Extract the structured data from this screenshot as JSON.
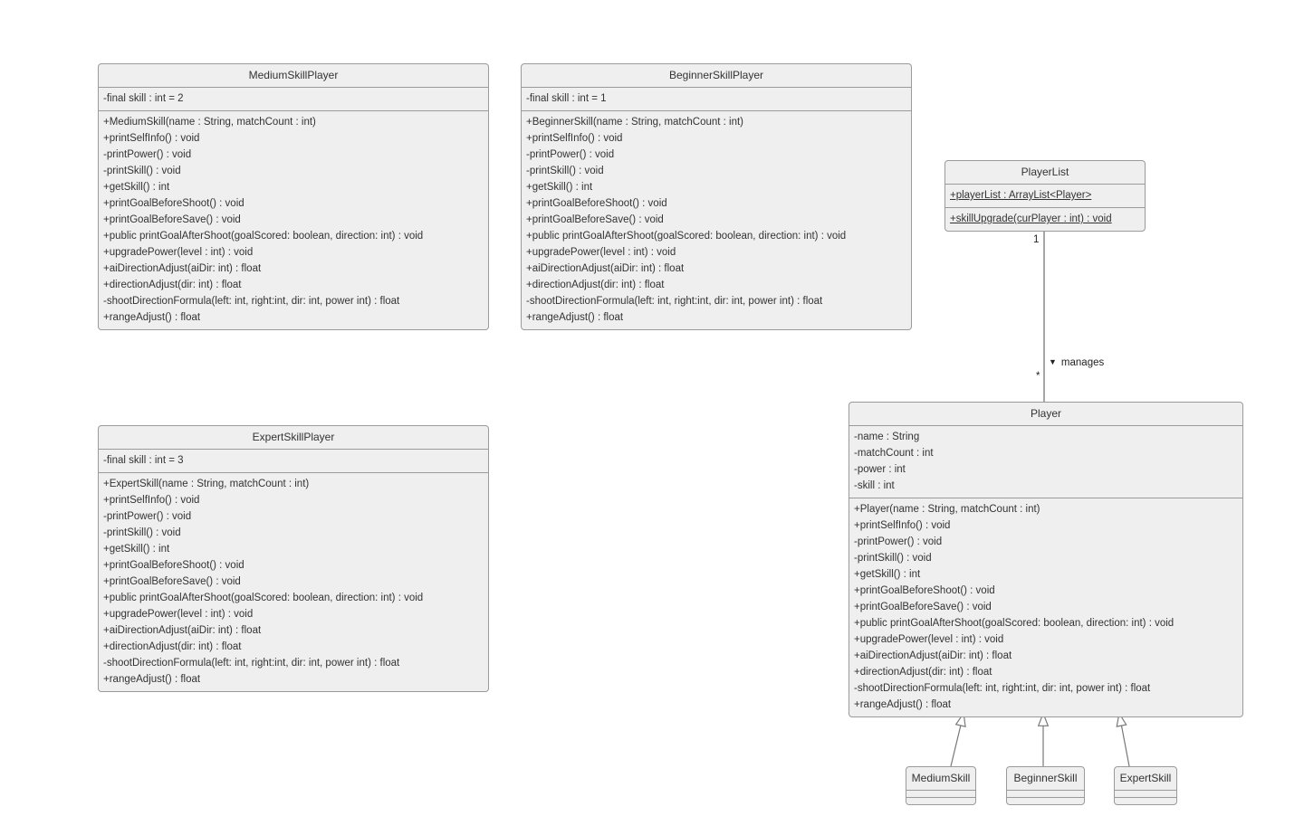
{
  "diagram": {
    "kind": "uml-class-diagram",
    "colors": {
      "background": "#ffffff",
      "box_fill": "#efefef",
      "box_border": "#9a9a9a",
      "connector": "#777777",
      "text": "#333333"
    }
  },
  "classes": {
    "mediumSkillPlayer": {
      "name": "MediumSkillPlayer",
      "attributes": [
        "-final skill : int = 2"
      ],
      "methods": [
        "+MediumSkill(name : String, matchCount : int)",
        "+printSelfInfo() : void",
        "-printPower() : void",
        "-printSkill() : void",
        "+getSkill() : int",
        "+printGoalBeforeShoot() : void",
        "+printGoalBeforeSave() : void",
        "+public printGoalAfterShoot(goalScored: boolean, direction: int) : void",
        "+upgradePower(level : int) : void",
        "+aiDirectionAdjust(aiDir: int) : float",
        "+directionAdjust(dir: int) : float",
        "-shootDirectionFormula(left: int, right:int, dir: int, power int) : float",
        "+rangeAdjust() : float"
      ]
    },
    "beginnerSkillPlayer": {
      "name": "BeginnerSkillPlayer",
      "attributes": [
        "-final skill : int = 1"
      ],
      "methods": [
        "+BeginnerSkill(name : String, matchCount : int)",
        "+printSelfInfo() : void",
        "-printPower() : void",
        "-printSkill() : void",
        "+getSkill() : int",
        "+printGoalBeforeShoot() : void",
        "+printGoalBeforeSave() : void",
        "+public printGoalAfterShoot(goalScored: boolean, direction: int) : void",
        "+upgradePower(level : int) : void",
        "+aiDirectionAdjust(aiDir: int) : float",
        "+directionAdjust(dir: int) : float",
        "-shootDirectionFormula(left: int, right:int, dir: int, power int) : float",
        "+rangeAdjust() : float"
      ]
    },
    "expertSkillPlayer": {
      "name": "ExpertSkillPlayer",
      "attributes": [
        "-final skill : int = 3"
      ],
      "methods": [
        "+ExpertSkill(name : String, matchCount : int)",
        "+printSelfInfo() : void",
        "-printPower() : void",
        "-printSkill() : void",
        "+getSkill() : int",
        "+printGoalBeforeShoot() : void",
        "+printGoalBeforeSave() : void",
        "+public printGoalAfterShoot(goalScored: boolean, direction: int) : void",
        "+upgradePower(level : int) : void",
        "+aiDirectionAdjust(aiDir: int) : float",
        "+directionAdjust(dir: int) : float",
        "-shootDirectionFormula(left: int, right:int, dir: int, power int) : float",
        "+rangeAdjust() : float"
      ]
    },
    "playerList": {
      "name": "PlayerList",
      "attributes": [
        "+playerList : ArrayList<Player>"
      ],
      "methods": [
        "+skillUpgrade(curPlayer : int) : void"
      ]
    },
    "player": {
      "name": "Player",
      "attributes": [
        "-name : String",
        "-matchCount : int",
        "-power : int",
        "-skill : int"
      ],
      "methods": [
        "+Player(name : String, matchCount : int)",
        "+printSelfInfo() : void",
        "-printPower() : void",
        "-printSkill() : void",
        "+getSkill() : int",
        "+printGoalBeforeShoot() : void",
        "+printGoalBeforeSave() : void",
        "+public printGoalAfterShoot(goalScored: boolean, direction: int) : void",
        "+upgradePower(level : int) : void",
        "+aiDirectionAdjust(aiDir: int) : float",
        "+directionAdjust(dir: int) : float",
        "-shootDirectionFormula(left: int, right:int, dir: int, power int) : float",
        "+rangeAdjust() : float"
      ]
    },
    "mediumSkill": {
      "name": "MediumSkill"
    },
    "beginnerSkill": {
      "name": "BeginnerSkill"
    },
    "expertSkill": {
      "name": "ExpertSkill"
    }
  },
  "relations": {
    "manages": {
      "name": "manages",
      "direction_icon": "▼",
      "source_multiplicity": "1",
      "target_multiplicity": "*"
    }
  }
}
